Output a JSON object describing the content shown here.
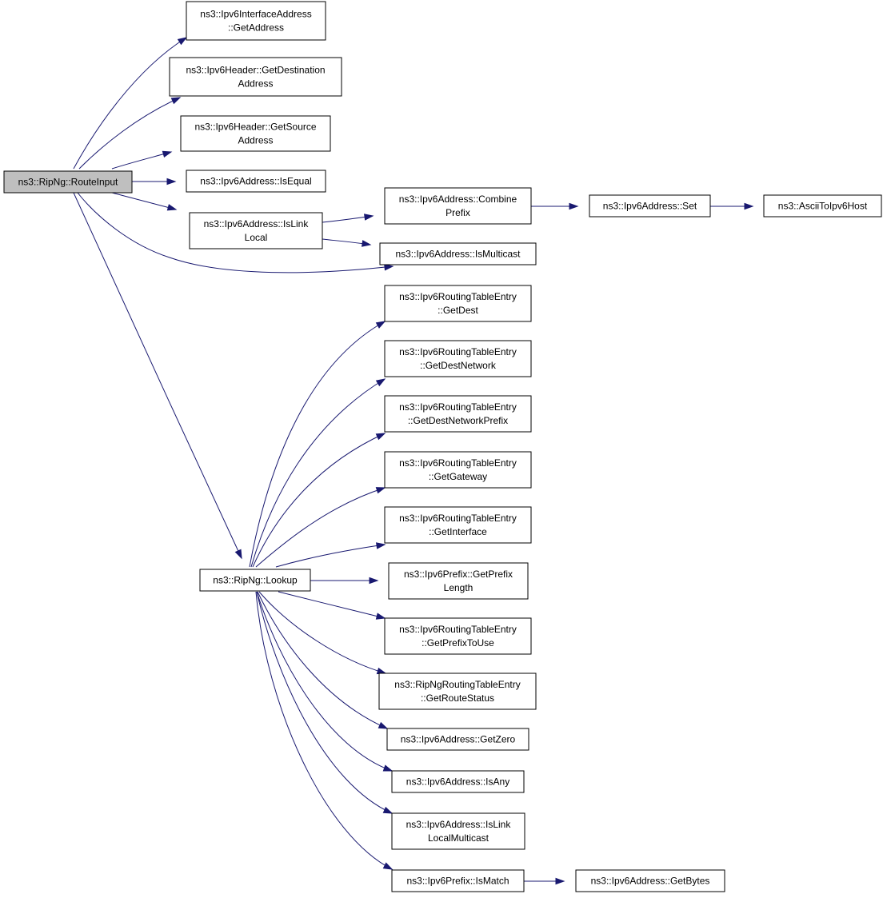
{
  "colors": {
    "edge": "#191970",
    "node_border": "#000000",
    "root_fill": "#bfbfbf",
    "node_fill": "#ffffff"
  },
  "nodes": {
    "route_input": [
      "ns3::RipNg::RouteInput"
    ],
    "ipv6_interface_address_get_address": [
      "ns3::Ipv6InterfaceAddress",
      "::GetAddress"
    ],
    "ipv6_header_get_destination_address": [
      "ns3::Ipv6Header::GetDestination",
      "Address"
    ],
    "ipv6_header_get_source_address": [
      "ns3::Ipv6Header::GetSource",
      "Address"
    ],
    "ipv6_address_is_equal": [
      "ns3::Ipv6Address::IsEqual"
    ],
    "ipv6_address_is_link_local": [
      "ns3::Ipv6Address::IsLink",
      "Local"
    ],
    "ipv6_address_combine_prefix": [
      "ns3::Ipv6Address::Combine",
      "Prefix"
    ],
    "ipv6_address_set": [
      "ns3::Ipv6Address::Set"
    ],
    "ascii_to_ipv6_host": [
      "ns3::AsciiToIpv6Host"
    ],
    "ipv6_address_is_multicast": [
      "ns3::Ipv6Address::IsMulticast"
    ],
    "lookup": [
      "ns3::RipNg::Lookup"
    ],
    "rte_get_dest": [
      "ns3::Ipv6RoutingTableEntry",
      "::GetDest"
    ],
    "rte_get_dest_network": [
      "ns3::Ipv6RoutingTableEntry",
      "::GetDestNetwork"
    ],
    "rte_get_dest_network_prefix": [
      "ns3::Ipv6RoutingTableEntry",
      "::GetDestNetworkPrefix"
    ],
    "rte_get_gateway": [
      "ns3::Ipv6RoutingTableEntry",
      "::GetGateway"
    ],
    "rte_get_interface": [
      "ns3::Ipv6RoutingTableEntry",
      "::GetInterface"
    ],
    "prefix_get_prefix_length": [
      "ns3::Ipv6Prefix::GetPrefix",
      "Length"
    ],
    "rte_get_prefix_to_use": [
      "ns3::Ipv6RoutingTableEntry",
      "::GetPrefixToUse"
    ],
    "ripng_rte_get_route_status": [
      "ns3::RipNgRoutingTableEntry",
      "::GetRouteStatus"
    ],
    "ipv6_address_get_zero": [
      "ns3::Ipv6Address::GetZero"
    ],
    "ipv6_address_is_any": [
      "ns3::Ipv6Address::IsAny"
    ],
    "ipv6_address_is_link_local_multicast": [
      "ns3::Ipv6Address::IsLink",
      "LocalMulticast"
    ],
    "prefix_is_match": [
      "ns3::Ipv6Prefix::IsMatch"
    ],
    "ipv6_address_get_bytes": [
      "ns3::Ipv6Address::GetBytes"
    ]
  },
  "edges": [
    [
      "route_input",
      "ipv6_interface_address_get_address"
    ],
    [
      "route_input",
      "ipv6_header_get_destination_address"
    ],
    [
      "route_input",
      "ipv6_header_get_source_address"
    ],
    [
      "route_input",
      "ipv6_address_is_equal"
    ],
    [
      "route_input",
      "ipv6_address_is_link_local"
    ],
    [
      "route_input",
      "ipv6_address_is_multicast"
    ],
    [
      "route_input",
      "lookup"
    ],
    [
      "ipv6_address_is_link_local",
      "ipv6_address_combine_prefix"
    ],
    [
      "ipv6_address_is_link_local",
      "ipv6_address_is_multicast"
    ],
    [
      "ipv6_address_combine_prefix",
      "ipv6_address_set"
    ],
    [
      "ipv6_address_set",
      "ascii_to_ipv6_host"
    ],
    [
      "lookup",
      "rte_get_dest"
    ],
    [
      "lookup",
      "rte_get_dest_network"
    ],
    [
      "lookup",
      "rte_get_dest_network_prefix"
    ],
    [
      "lookup",
      "rte_get_gateway"
    ],
    [
      "lookup",
      "rte_get_interface"
    ],
    [
      "lookup",
      "prefix_get_prefix_length"
    ],
    [
      "lookup",
      "rte_get_prefix_to_use"
    ],
    [
      "lookup",
      "ripng_rte_get_route_status"
    ],
    [
      "lookup",
      "ipv6_address_get_zero"
    ],
    [
      "lookup",
      "ipv6_address_is_any"
    ],
    [
      "lookup",
      "ipv6_address_is_link_local_multicast"
    ],
    [
      "lookup",
      "prefix_is_match"
    ],
    [
      "prefix_is_match",
      "ipv6_address_get_bytes"
    ]
  ]
}
